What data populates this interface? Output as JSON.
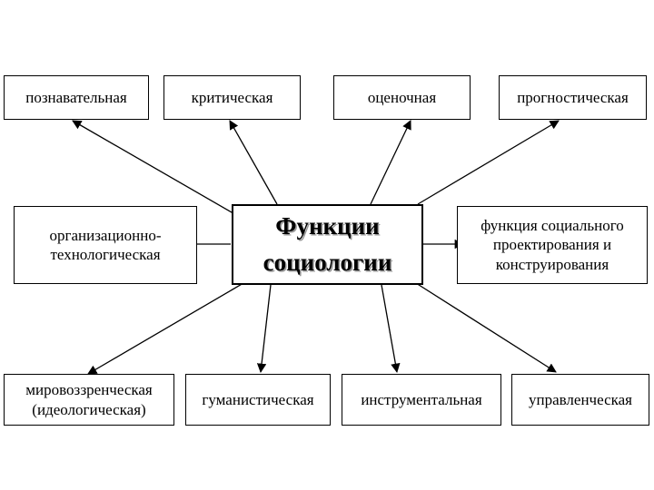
{
  "center": "Функции\nсоциологии",
  "nodes": {
    "cognitive": "познавательная",
    "critical": "критическая",
    "evaluative": "оценочная",
    "prognostic": "прогностическая",
    "org_tech": "организационно-\nтехнологическая",
    "social_design": "функция социального\nпроектирования и\nконструирования",
    "worldview": "мировоззренческая\n(идеологическая)",
    "humanistic": "гуманистическая",
    "instrumental": "инструментальная",
    "managerial": "управленческая"
  },
  "colors": {
    "line": "#000000",
    "shadow": "#9a9a9a"
  }
}
